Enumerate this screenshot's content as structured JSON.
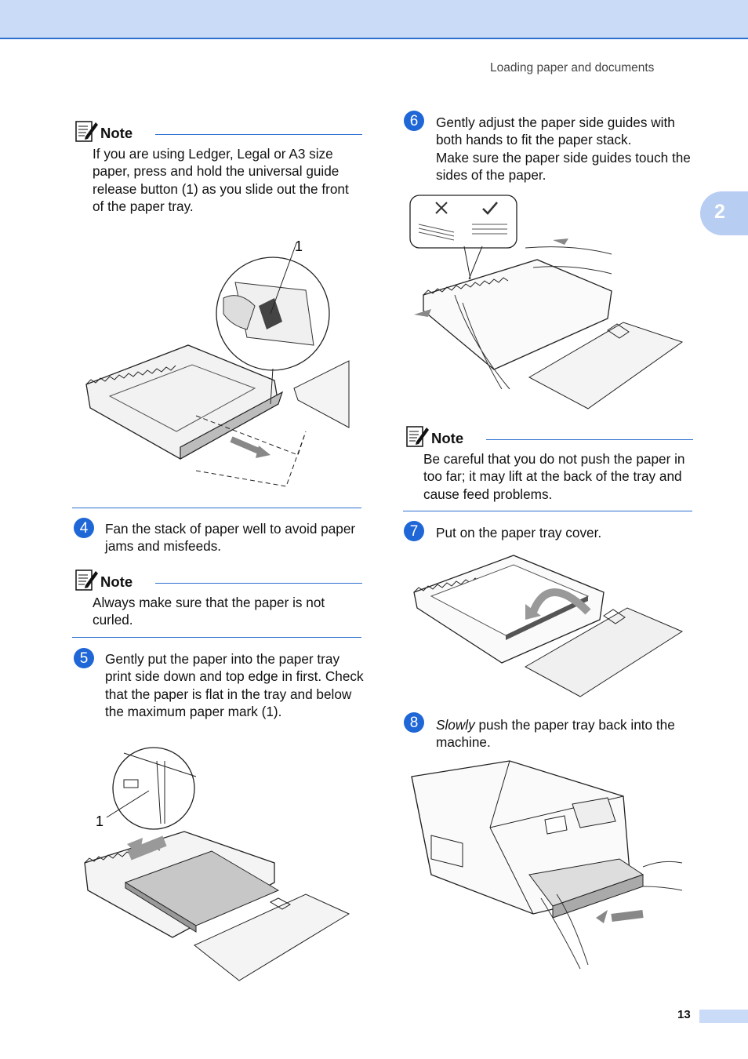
{
  "header": {
    "running_title": "Loading paper and documents"
  },
  "chapter_tab": "2",
  "page_number": "13",
  "left": {
    "note1": {
      "title": "Note",
      "text": "If you are using Ledger, Legal or A3 size paper, press and hold the universal guide release button (1) as you slide out the front of the paper tray.",
      "callout": "1"
    },
    "step4": {
      "number": "4",
      "text": "Fan the stack of paper well to avoid paper jams and misfeeds."
    },
    "note2": {
      "title": "Note",
      "text": "Always make sure that the paper is not curled."
    },
    "step5": {
      "number": "5",
      "text": "Gently put the paper into the paper tray print side down and top edge in first. Check that the paper is flat in the tray and below the maximum paper mark (1).",
      "callout": "1"
    }
  },
  "right": {
    "step6": {
      "number": "6",
      "line1": "Gently adjust the paper side guides with both hands to fit the paper stack.",
      "line2": "Make sure the paper side guides touch the sides of the paper."
    },
    "note3": {
      "title": "Note",
      "text": "Be careful that you do not push the paper in too far; it may lift at the back of the tray and cause feed problems."
    },
    "step7": {
      "number": "7",
      "text": "Put on the paper tray cover."
    },
    "step8": {
      "number": "8",
      "emphasis": "Slowly",
      "text": " push the paper tray back into the machine."
    }
  },
  "colors": {
    "accent": "#2d6fd0",
    "step_badge": "#1f66d6",
    "header_band": "#c9dbf7",
    "chapter_tab": "#b7cdf2"
  }
}
